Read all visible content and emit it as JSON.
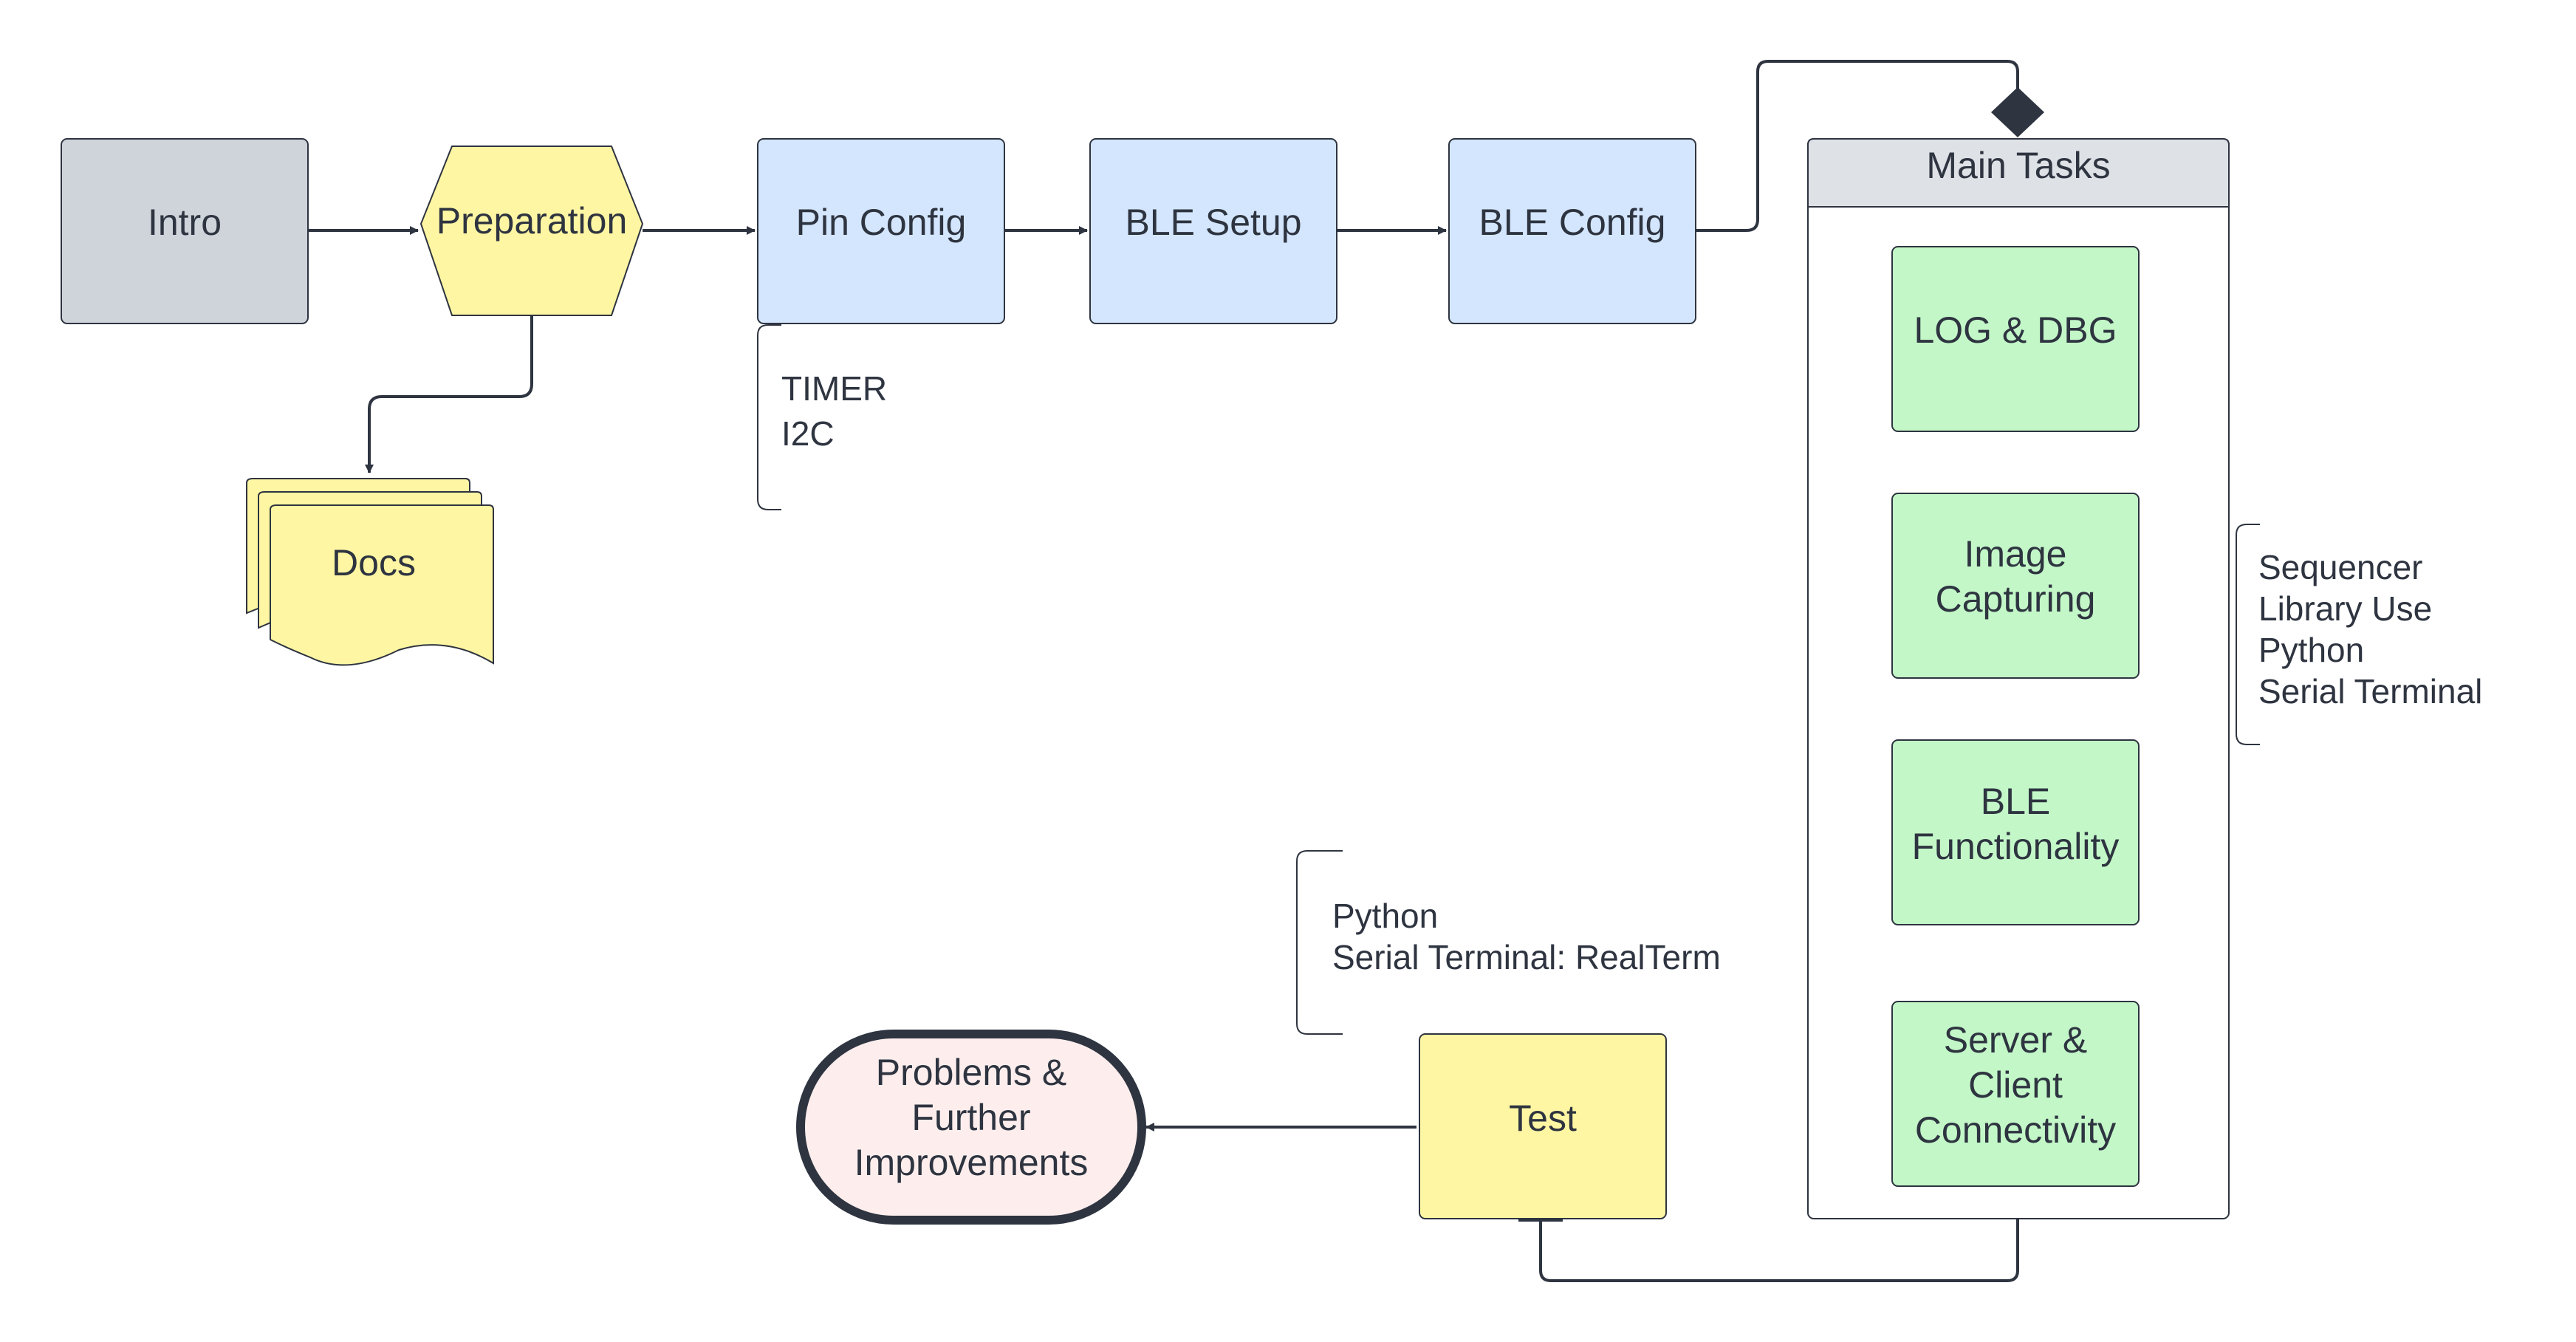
{
  "colors": {
    "gray": "#cfd4da",
    "yellow": "#fff6a3",
    "blue": "#d3e6fd",
    "green": "#c3f7c8",
    "pink": "#fdeeed",
    "header": "#dee1e6",
    "stroke": "#2e3440"
  },
  "nodes": {
    "intro": "Intro",
    "preparation": "Preparation",
    "docs": "Docs",
    "pin_config": "Pin Config",
    "ble_setup": "BLE Setup",
    "ble_config": "BLE Config",
    "main_tasks": "Main Tasks",
    "log_dbg": "LOG & DBG",
    "image_capturing": [
      "Image",
      "Capturing"
    ],
    "ble_functionality": [
      "BLE",
      "Functionality"
    ],
    "server_client": [
      "Server &",
      "Client",
      "Connectivity"
    ],
    "test": "Test",
    "problems": [
      "Problems &",
      "Further",
      "Improvements"
    ]
  },
  "annotations": {
    "pin_config": [
      "TIMER",
      "I2C"
    ],
    "main_tasks": [
      "Sequencer",
      "Library Use",
      "Python",
      "Serial Terminal"
    ],
    "test": [
      "Python",
      "Serial Terminal: RealTerm"
    ]
  }
}
